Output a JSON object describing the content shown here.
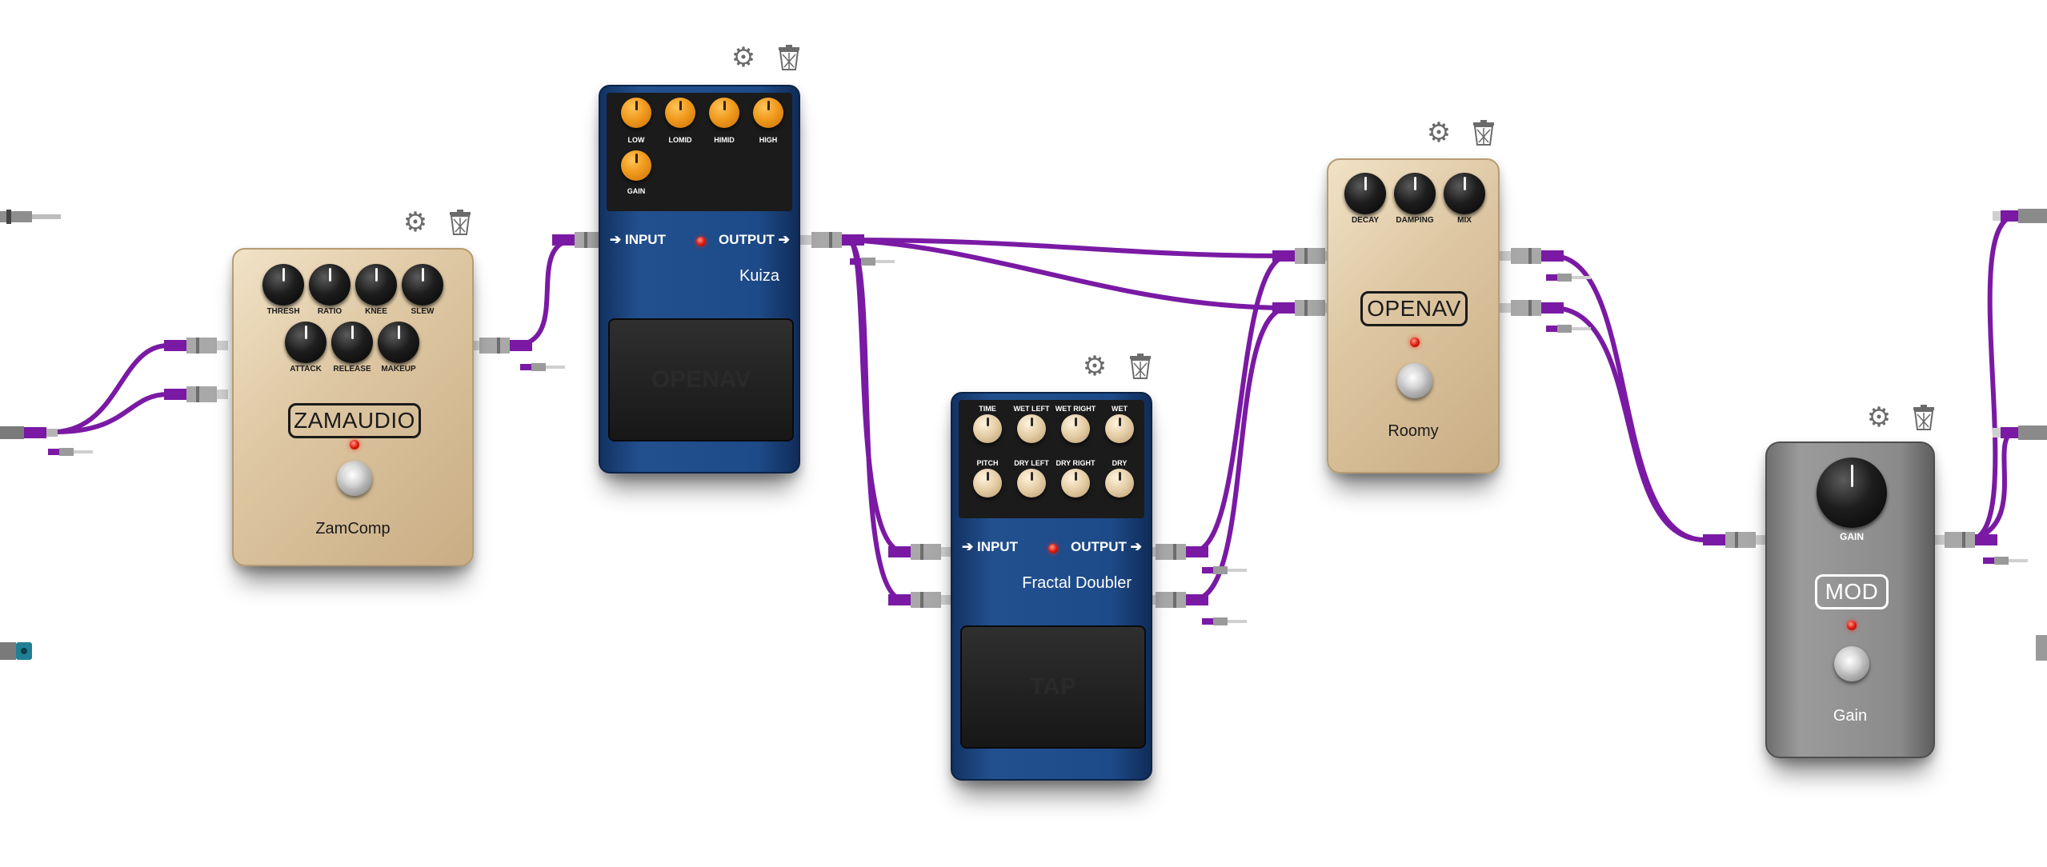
{
  "app": {
    "background": "#ffffff",
    "cable_color": "#7a1aa4"
  },
  "icons": {
    "gear": "gear-icon",
    "trash": "trash-icon"
  },
  "pedals": [
    {
      "id": "zamcomp",
      "brand": "ZAMAUDIO",
      "name": "ZamComp",
      "finish": "cream",
      "knobs": [
        "THRESH",
        "RATIO",
        "KNEE",
        "SLEW",
        "ATTACK",
        "RELEASE",
        "MAKEUP"
      ]
    },
    {
      "id": "kuiza",
      "brand": "OPENAV",
      "name": "Kuiza",
      "finish": "blue",
      "knobs": [
        "LOW",
        "LOMID",
        "HIMID",
        "HIGH",
        "GAIN"
      ],
      "input_label": "INPUT",
      "output_label": "OUTPUT"
    },
    {
      "id": "fractal",
      "brand": "TAP",
      "name": "Fractal Doubler",
      "finish": "blue",
      "knobs": [
        "TIME",
        "WET LEFT",
        "WET RIGHT",
        "WET",
        "PITCH",
        "DRY LEFT",
        "DRY RIGHT",
        "DRY"
      ],
      "input_label": "INPUT",
      "output_label": "OUTPUT"
    },
    {
      "id": "roomy",
      "brand": "OPENAV",
      "name": "Roomy",
      "finish": "cream",
      "knobs": [
        "DECAY",
        "DAMPING",
        "MIX"
      ]
    },
    {
      "id": "gain",
      "brand": "MOD",
      "name": "Gain",
      "finish": "silver",
      "knobs": [
        "GAIN"
      ]
    }
  ]
}
